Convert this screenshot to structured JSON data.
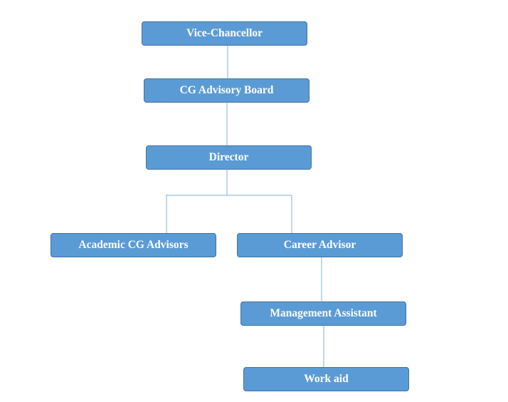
{
  "chart": {
    "nodes": {
      "vice_chancellor": "Vice-Chancellor",
      "cg_advisory_board": "CG Advisory Board",
      "director": "Director",
      "academic_cg_advisors": "Academic CG Advisors",
      "career_advisor": "Career Advisor",
      "management_assistant": "Management Assistant",
      "work_aid": "Work aid"
    },
    "edges": [
      [
        "vice_chancellor",
        "cg_advisory_board"
      ],
      [
        "cg_advisory_board",
        "director"
      ],
      [
        "director",
        "academic_cg_advisors"
      ],
      [
        "director",
        "career_advisor"
      ],
      [
        "career_advisor",
        "management_assistant"
      ],
      [
        "management_assistant",
        "work_aid"
      ]
    ]
  },
  "colors": {
    "node_fill": "#5b9bd5",
    "node_border": "#41719c",
    "connector": "#7fb0dc",
    "text": "#ffffff"
  }
}
